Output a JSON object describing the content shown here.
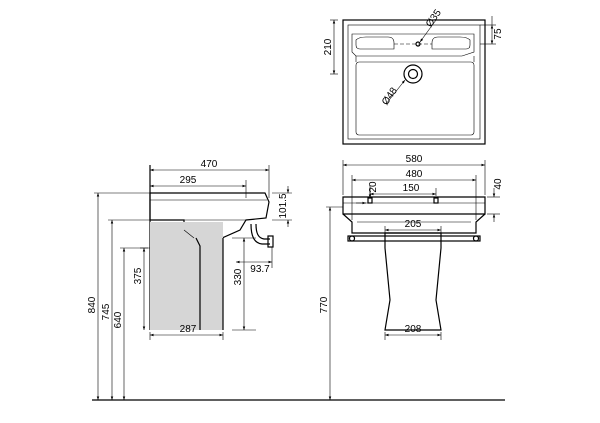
{
  "dimensions": {
    "side": {
      "overall_depth": "470",
      "bowl_depth": "295",
      "rim_height": "101.5",
      "waste_projection": "93.7",
      "pedestal_depth": "287",
      "waste_height": "375",
      "trap_height": "330",
      "height_840": "840",
      "height_745": "745",
      "height_640": "640"
    },
    "top": {
      "depth_210": "210",
      "tap_hole_dia": "Ø35",
      "waste_dia": "Ø48",
      "tap_offset_75": "75"
    },
    "front": {
      "overall_width": "580",
      "bowl_width": "480",
      "rim_40": "40",
      "tap_20": "20",
      "tap_spacing": "150",
      "pedestal_top": "205",
      "pedestal_base": "208",
      "floor_height": "770"
    }
  }
}
